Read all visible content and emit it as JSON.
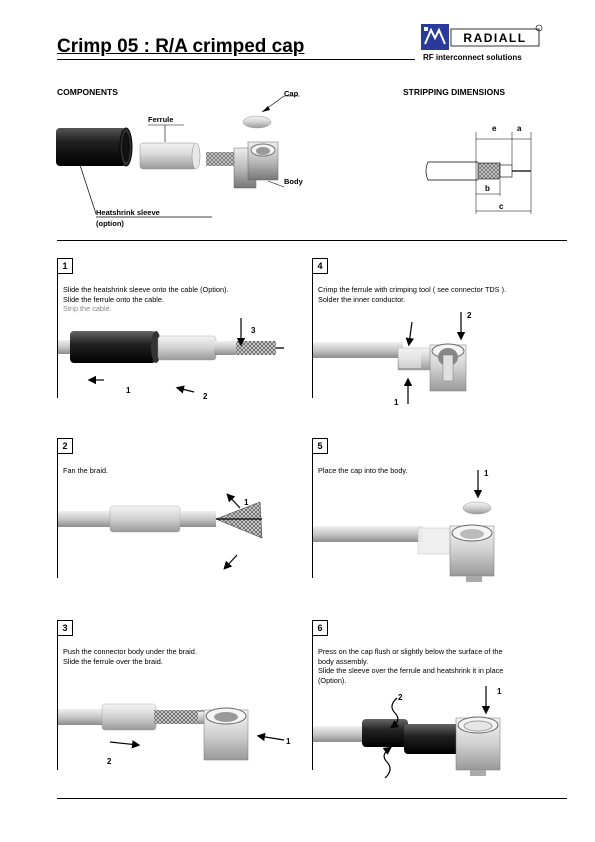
{
  "header": {
    "title": "Crimp 05 : R/A crimped cap",
    "brand": "RADIALL",
    "tagline": "RF interconnect solutions"
  },
  "components": {
    "heading": "COMPONENTS",
    "labels": {
      "cap": "Cap",
      "ferrule": "Ferrule",
      "body": "Body",
      "sleeve_line1": "Heatshrink sleeve",
      "sleeve_line2": "(option)"
    }
  },
  "stripping": {
    "heading": "STRIPPING DIMENSIONS",
    "dims": [
      "e",
      "a",
      "b",
      "c"
    ]
  },
  "steps": [
    {
      "num": "1",
      "lines": [
        "Slide the heatshrink sleeve onto the cable (Option).",
        "Slide the ferrule onto the cable."
      ],
      "faint_line": "Strip the cable.",
      "arrow_labels": [
        "1",
        "2",
        "3"
      ]
    },
    {
      "num": "2",
      "lines": [
        "Fan the braid."
      ],
      "arrow_labels": [
        "1"
      ]
    },
    {
      "num": "3",
      "lines": [
        "Push the connector body under the braid.",
        "Slide the ferrule over the braid."
      ],
      "arrow_labels": [
        "1",
        "2"
      ]
    },
    {
      "num": "4",
      "lines": [
        "Crimp the ferrule with crimping tool ( see connector TDS ).",
        "Solder the inner conductor."
      ],
      "arrow_labels": [
        "1",
        "2"
      ]
    },
    {
      "num": "5",
      "lines": [
        "Place the cap into the body."
      ],
      "arrow_labels": [
        "1"
      ]
    },
    {
      "num": "6",
      "lines": [
        "Press on the cap flush or slightly below the surface of the",
        "body assembly.",
        "Slide the sleeve over the ferrule and heatshrink it in place",
        "(Option)."
      ],
      "arrow_labels": [
        "1",
        "2"
      ]
    }
  ],
  "colors": {
    "brand_blue": "#2a3a9a",
    "cable_grey": "#c8c8c8",
    "dark_sleeve": "#222222"
  }
}
